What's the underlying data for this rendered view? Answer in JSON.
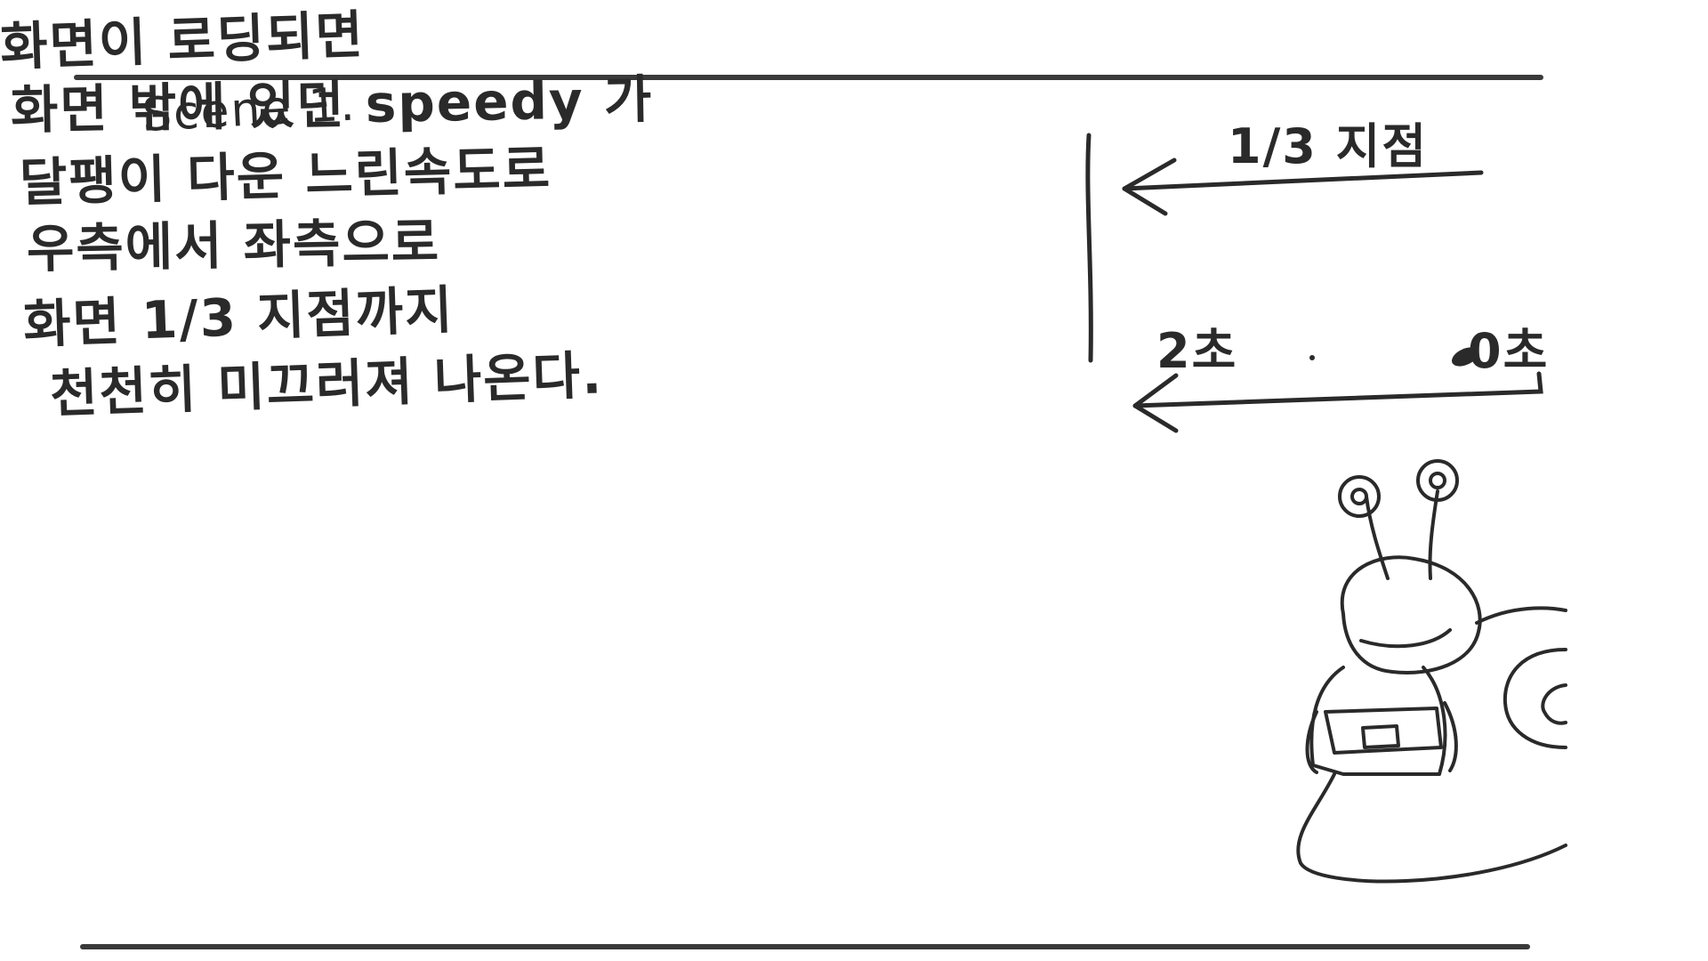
{
  "storyboard": {
    "scene_title": "Scene 1.",
    "note_lines": [
      "화면이 로딩되면",
      "화면 밖에 있던 speedy 가",
      "달팽이 다운 느린속도로",
      "우측에서 좌측으로",
      "화면 1/3 지점까지",
      "천천히 미끄러져 나온다."
    ],
    "diagram": {
      "point_label": "1/3 지점",
      "time_start": "2초",
      "time_end": "0초"
    },
    "character": {
      "name_icon": "snail-drawing-icon"
    },
    "colors": {
      "ink": "#2a2a2a",
      "paper": "#ffffff",
      "frame": "#3a3a3a"
    }
  }
}
